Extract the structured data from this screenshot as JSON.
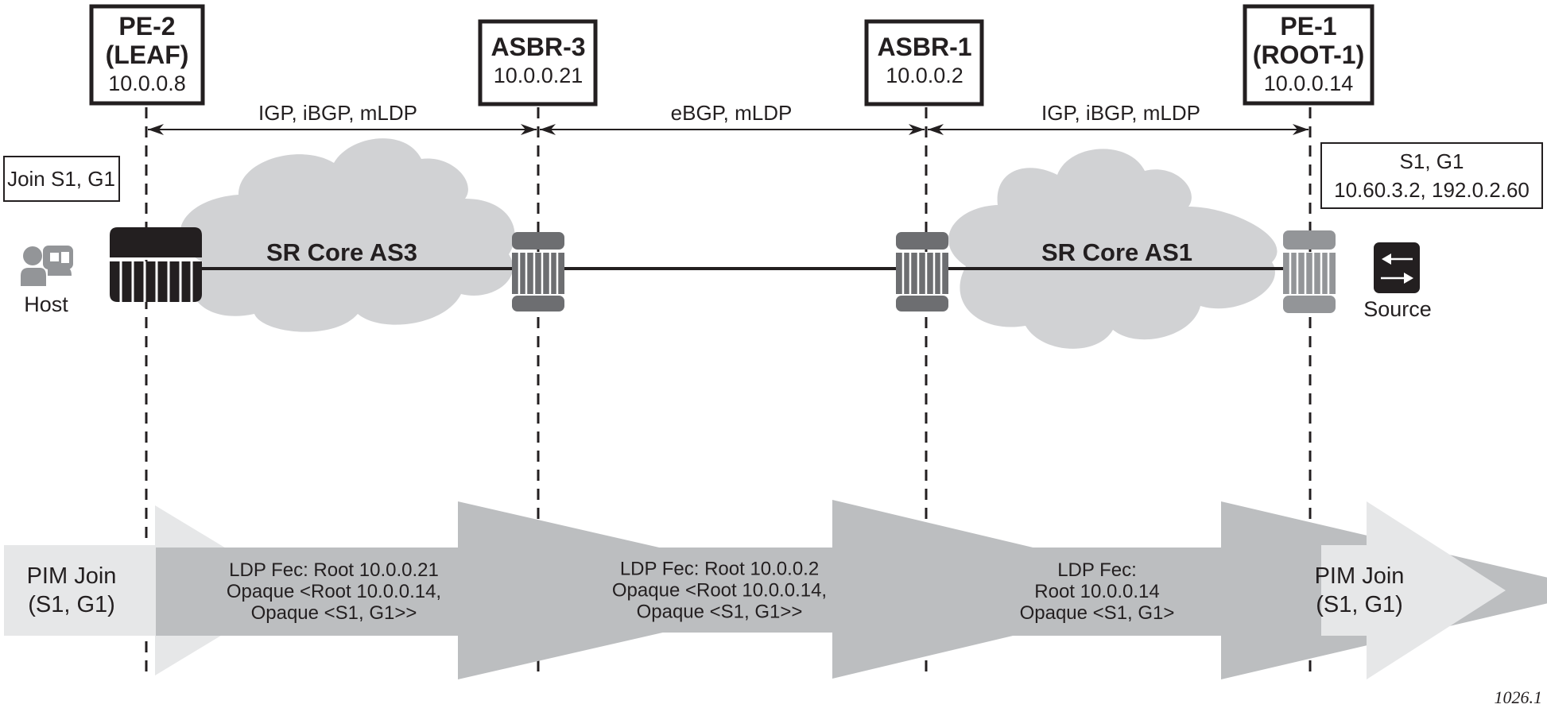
{
  "nodes": [
    {
      "id": "pe2",
      "title_lines": [
        "PE-2",
        "(LEAF)"
      ],
      "ip": "10.0.0.8"
    },
    {
      "id": "asbr3",
      "title_lines": [
        "ASBR-3"
      ],
      "ip": "10.0.0.21"
    },
    {
      "id": "asbr1",
      "title_lines": [
        "ASBR-1"
      ],
      "ip": "10.0.0.2"
    },
    {
      "id": "pe1",
      "title_lines": [
        "PE-1",
        "(ROOT-1)"
      ],
      "ip": "10.0.0.14"
    }
  ],
  "segments": [
    {
      "label": "IGP, iBGP, mLDP"
    },
    {
      "label": "eBGP, mLDP"
    },
    {
      "label": "IGP, iBGP, mLDP"
    }
  ],
  "clouds": [
    {
      "label": "SR Core AS3"
    },
    {
      "label": "SR Core AS1"
    }
  ],
  "join_box": {
    "label": "Join S1, G1"
  },
  "source_box": {
    "lines": [
      "S1, G1",
      "10.60.3.2, 192.0.2.60"
    ]
  },
  "endpoints": {
    "host": {
      "label": "Host",
      "icon": "host-icon"
    },
    "source": {
      "label": "Source",
      "icon": "switch-icon"
    }
  },
  "messages": [
    {
      "type": "pim",
      "lines": [
        "PIM Join",
        "(S1, G1)"
      ]
    },
    {
      "type": "ldp",
      "lines": [
        "LDP Fec: Root 10.0.0.21",
        "Opaque <Root 10.0.0.14,",
        "Opaque <S1, G1>>"
      ]
    },
    {
      "type": "ldp",
      "lines": [
        "LDP Fec: Root 10.0.0.2",
        "Opaque <Root 10.0.0.14,",
        "Opaque <S1, G1>>"
      ]
    },
    {
      "type": "ldp",
      "lines": [
        "LDP Fec:",
        "Root 10.0.0.14",
        "Opaque <S1, G1>"
      ]
    },
    {
      "type": "pim",
      "lines": [
        "PIM Join",
        "(S1, G1)"
      ]
    }
  ],
  "colors": {
    "ink": "#231f20",
    "cloud": "#d1d2d4",
    "leaf_router": "#231f20",
    "asbr_router": "#6d6e71",
    "root_router": "#939598",
    "ldp_arrow": "#bcbec0",
    "pim_arrow": "#e6e7e8"
  },
  "figure_id": "1026.1"
}
